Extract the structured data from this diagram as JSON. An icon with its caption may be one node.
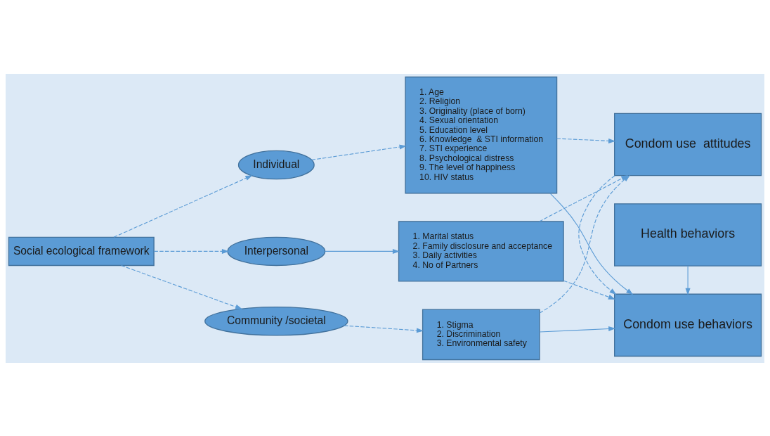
{
  "diagram": {
    "nodes": [
      {
        "text": [
          "Social ecological framework"
        ]
      },
      {
        "text": [
          "Individual"
        ]
      },
      {
        "text": [
          "Interpersonal"
        ]
      },
      {
        "text": [
          "Community /societal"
        ]
      },
      {
        "text": [
          "1. Age",
          "2. Religion",
          "3. Originality (place of born)",
          "4. Sexual orientation",
          "5. Education level",
          "6. Knowledge  & STI information",
          "7. STI experience",
          "8. Psychological distress",
          "9. The level of happiness",
          "10. HIV status"
        ]
      },
      {
        "text": [
          "1. Marital status",
          "2. Family disclosure and acceptance",
          "3. Daily activities",
          "4. No of Partners"
        ]
      },
      {
        "text": [
          "1. Stigma",
          "2. Discrimination",
          "3. Environmental safety"
        ]
      },
      {
        "text": [
          "Condom use  attitudes"
        ]
      },
      {
        "text": [
          "Condom use behaviors"
        ]
      },
      {
        "text": [
          "Health behaviors"
        ]
      }
    ],
    "edges": [
      {
        "from": 0,
        "to": 1,
        "arrow": "to",
        "style": "dashed"
      },
      {
        "from": 0,
        "to": 2,
        "arrow": "to",
        "style": "dashed"
      },
      {
        "from": 0,
        "to": 3,
        "arrow": "to",
        "style": "dashed"
      },
      {
        "from": 1,
        "to": 4,
        "arrow": "to",
        "style": "dashed"
      },
      {
        "from": 2,
        "to": 5,
        "arrow": "to"
      },
      {
        "from": 3,
        "to": 6,
        "arrow": "to",
        "style": "dashed"
      },
      {
        "from": 4,
        "to": 7,
        "arrow": "to",
        "style": "dashed"
      },
      {
        "from": 4,
        "to": 8,
        "arrow": "to"
      },
      {
        "from": 5,
        "to": 7,
        "arrow": "to",
        "style": "dashed"
      },
      {
        "from": 5,
        "to": 8,
        "arrow": "to",
        "style": "dashed"
      },
      {
        "from": 6,
        "to": 7,
        "arrow": "to",
        "style": "dashed"
      },
      {
        "from": 6,
        "to": 8,
        "arrow": "to"
      },
      {
        "from": 7,
        "to": 8,
        "arrow": "to",
        "style": "dashed"
      },
      {
        "from": 9,
        "to": 8,
        "arrow": "to"
      }
    ]
  }
}
